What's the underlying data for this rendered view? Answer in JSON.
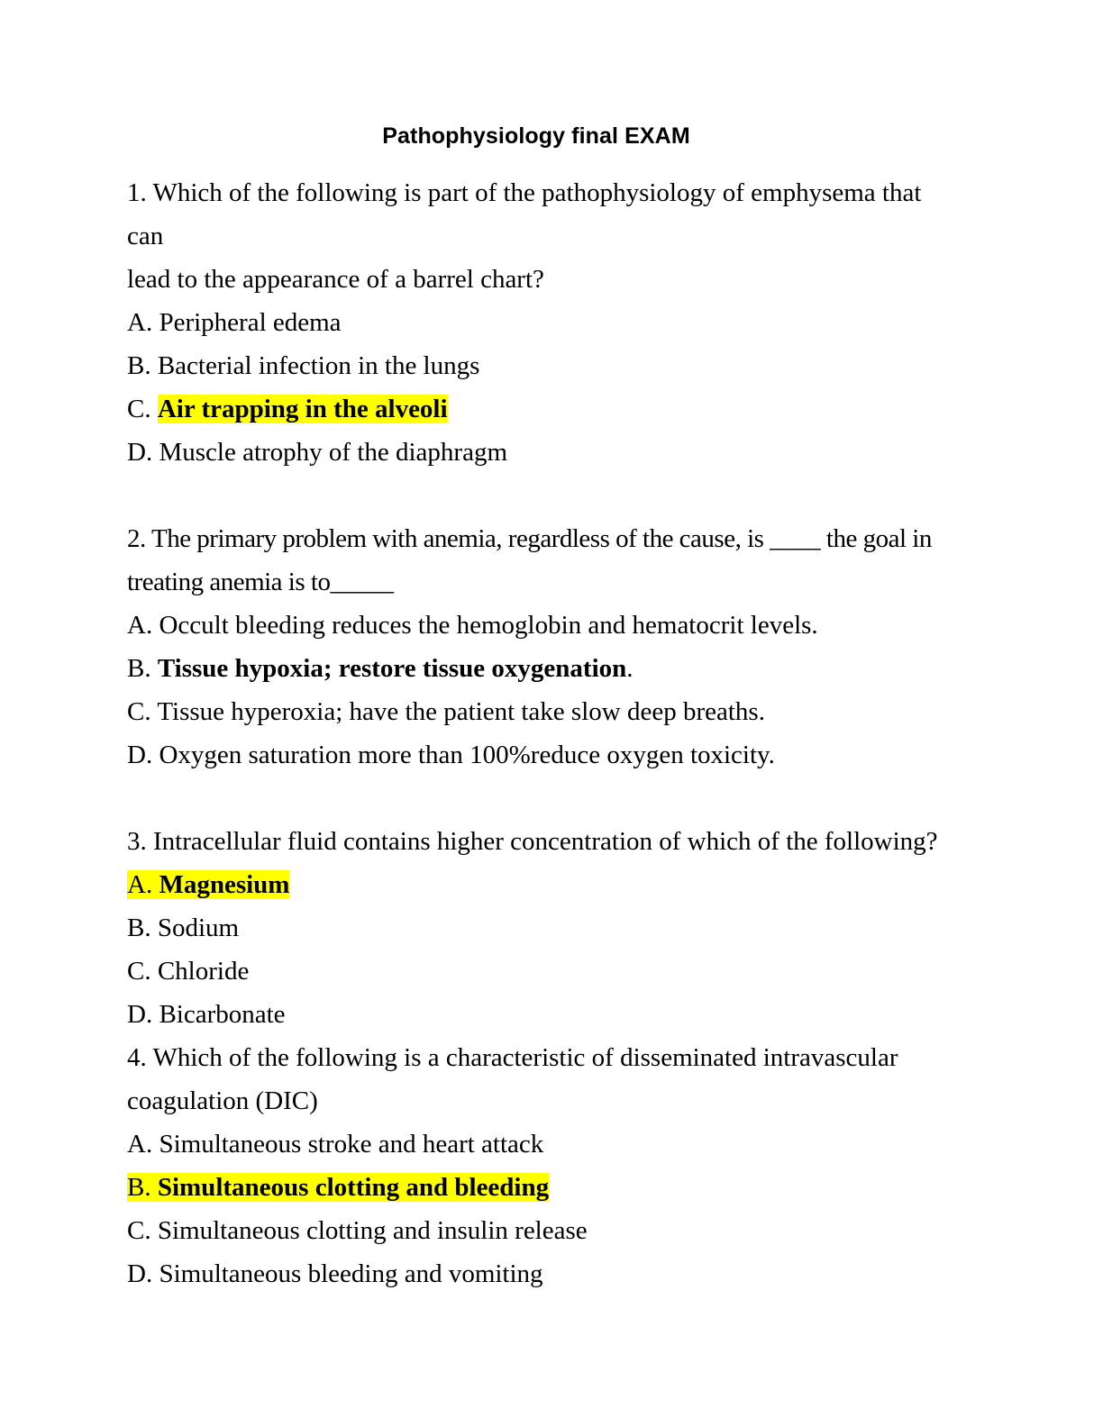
{
  "document": {
    "title": "Pathophysiology final EXAM",
    "highlight_color": "#FFFF00",
    "text_color": "#000000",
    "background_color": "#FFFFFF"
  },
  "questions": [
    {
      "number": "1.",
      "stem_line1": "1. Which of the following is part of the pathophysiology of emphysema that can",
      "stem_line2": "lead to the appearance of a barrel chart?",
      "options": [
        {
          "prefix": "A.",
          "text": "Peripheral edema"
        },
        {
          "prefix": "B.",
          "text": "Bacterial infection in the lungs"
        },
        {
          "prefix": "C.",
          "text": "Air trapping in the alveoli"
        },
        {
          "prefix": "D.",
          "text": "Muscle atrophy of the diaphragm"
        }
      ]
    },
    {
      "number": "2.",
      "stem_line1": "2. The primary problem with anemia, regardless of the cause, is ____ the goal in",
      "stem_line2": "treating anemia is to_____",
      "options": [
        {
          "prefix": "A.",
          "text": "Occult bleeding reduces the hemoglobin and hematocrit levels."
        },
        {
          "prefix": "B.",
          "text": "Tissue hypoxia; restore tissue oxygenation",
          "tail": "."
        },
        {
          "prefix": "C.",
          "text": "Tissue hyperoxia; have the patient take slow deep breaths."
        },
        {
          "prefix": "D.",
          "text": "Oxygen saturation more than 100%reduce oxygen toxicity."
        }
      ]
    },
    {
      "number": "3.",
      "stem_line1": "3. Intracellular fluid contains higher concentration of which of the following?",
      "options": [
        {
          "prefix": "A.",
          "text": "Magnesium"
        },
        {
          "prefix": "B.",
          "text": "Sodium"
        },
        {
          "prefix": "C.",
          "text": "Chloride"
        },
        {
          "prefix": "D.",
          "text": "Bicarbonate"
        }
      ]
    },
    {
      "number": "4.",
      "stem_line1": "4. Which of the following is a characteristic of disseminated intravascular",
      "stem_line2": "coagulation (DIC)",
      "options": [
        {
          "prefix": "A.",
          "text": "Simultaneous stroke and heart attack"
        },
        {
          "prefix": "B.",
          "text": "Simultaneous clotting and bleeding"
        },
        {
          "prefix": "C.",
          "text": "Simultaneous clotting and insulin release"
        },
        {
          "prefix": "D.",
          "text": "Simultaneous bleeding and vomiting"
        }
      ]
    }
  ]
}
